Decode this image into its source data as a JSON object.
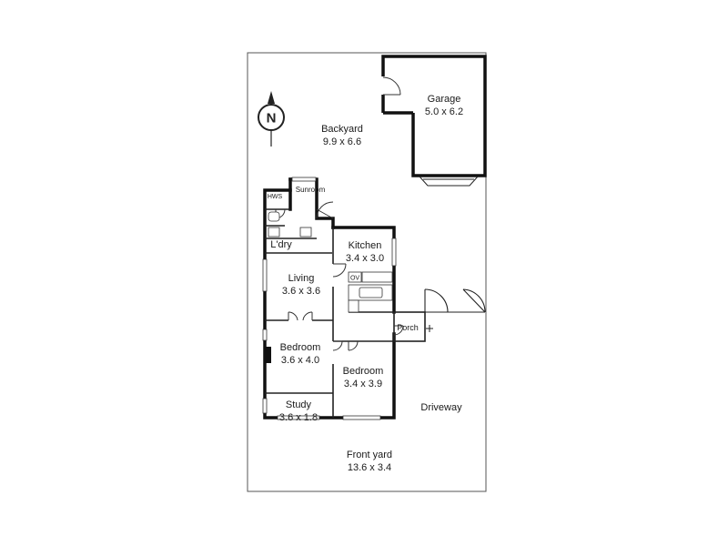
{
  "rooms": {
    "garage": {
      "name": "Garage",
      "dim": "5.0 x 6.2"
    },
    "backyard": {
      "name": "Backyard",
      "dim": "9.9 x 6.6"
    },
    "sunroom": {
      "name": "Sunroom"
    },
    "hws": {
      "name": "HWS"
    },
    "laundry": {
      "name": "L'dry"
    },
    "kitchen": {
      "name": "Kitchen",
      "dim": "3.4 x 3.0"
    },
    "living": {
      "name": "Living",
      "dim": "3.6 x 3.6"
    },
    "porch": {
      "name": "Porch"
    },
    "bedroom1": {
      "name": "Bedroom",
      "dim": "3.6 x 4.0"
    },
    "bedroom2": {
      "name": "Bedroom",
      "dim": "3.4 x 3.9"
    },
    "study": {
      "name": "Study",
      "dim": "3.6 x 1.8"
    },
    "driveway": {
      "name": "Driveway"
    },
    "frontyard": {
      "name": "Front yard",
      "dim": "13.6 x 3.4"
    }
  },
  "fixtures": {
    "oven": "OV"
  },
  "compass": {
    "letter": "N"
  }
}
